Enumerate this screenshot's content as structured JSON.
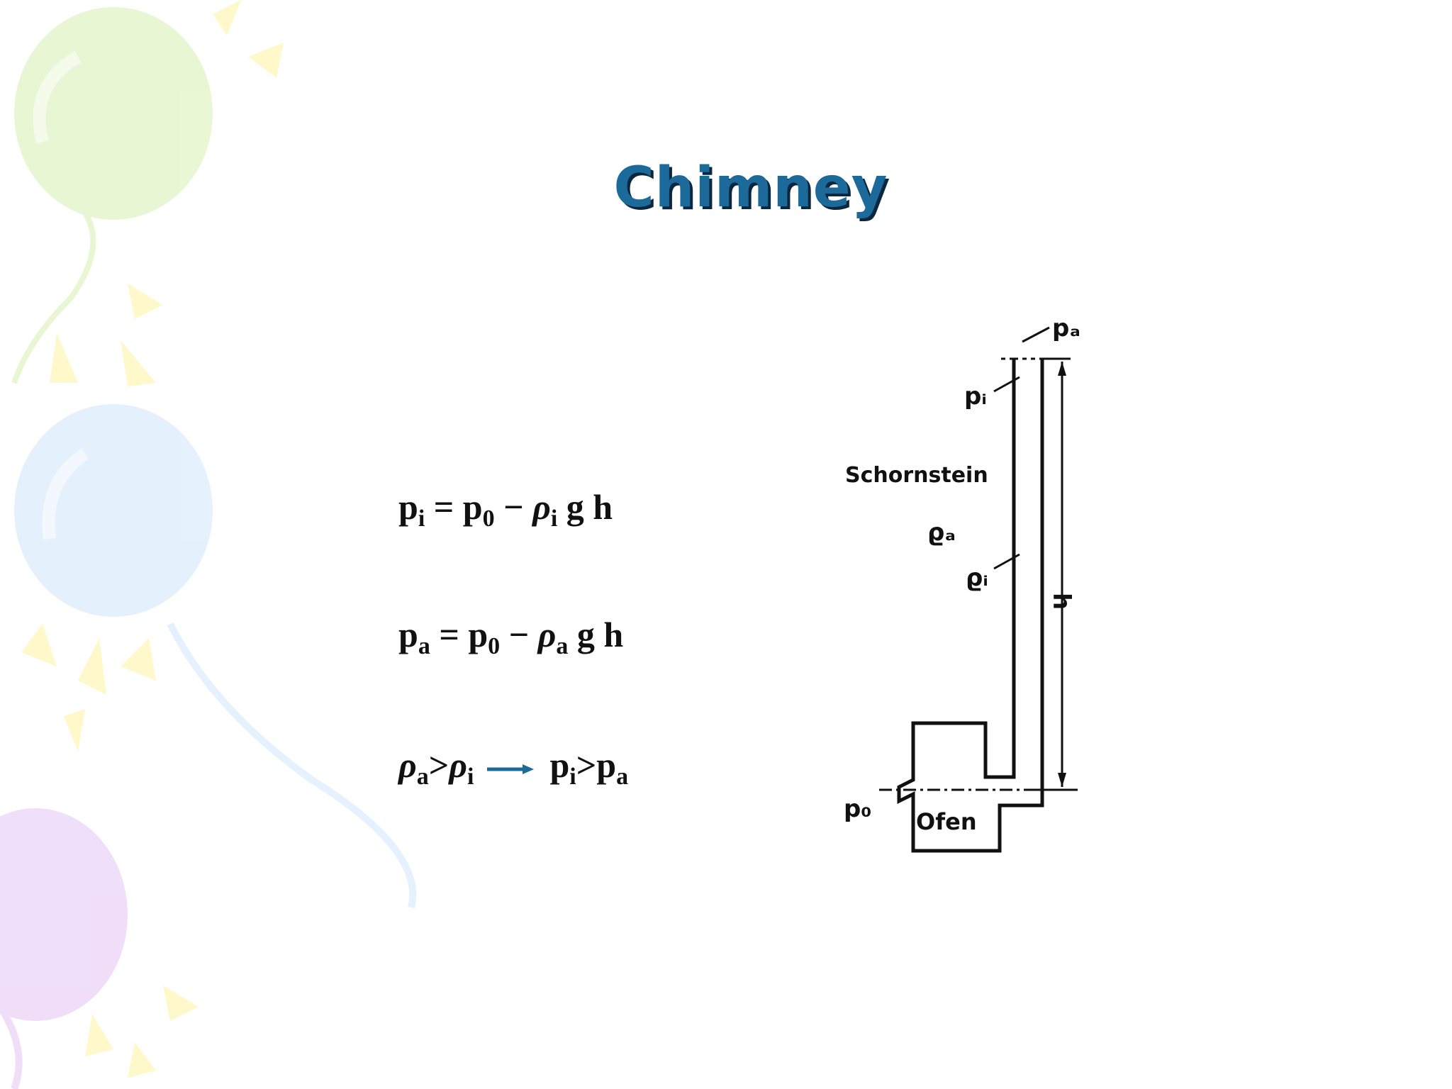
{
  "slide": {
    "title": "Chimney",
    "accent_color": "#1c6a9a",
    "background_decor": "pastel-balloons-with-sun-rays"
  },
  "equations": [
    {
      "id": "eq1",
      "lhs": "p",
      "lhs_sub": "i",
      "rhs_p": "p",
      "rhs_p_sub": "0",
      "rho_sub": "i",
      "tail": "g h"
    },
    {
      "id": "eq2",
      "lhs": "p",
      "lhs_sub": "a",
      "rhs_p": "p",
      "rhs_p_sub": "0",
      "rho_sub": "a",
      "tail": "g h"
    },
    {
      "id": "eq3",
      "rho_left_sub": "a",
      "rho_right_sub": "i",
      "p_left_sub": "i",
      "p_right_sub": "a",
      "arrow_color": "#1c6a9a"
    }
  ],
  "diagram": {
    "label_pa": "pₐ",
    "label_pi": "pᵢ",
    "label_schornstein": "Schornstein",
    "label_rho_a": "ϱₐ",
    "label_rho_i": "ϱᵢ",
    "label_h": "h",
    "label_p0": "p₀",
    "label_ofen": "Ofen"
  }
}
